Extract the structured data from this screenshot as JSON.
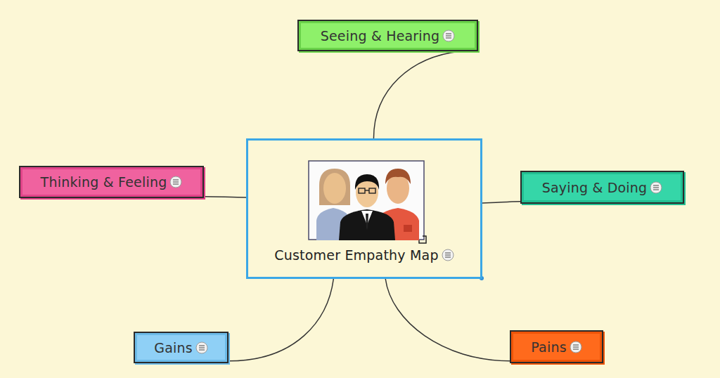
{
  "diagram": {
    "nodes": [
      {
        "text": [
          "Customer Empathy Map"
        ]
      },
      {
        "text": [
          "Seeing & Hearing"
        ]
      },
      {
        "text": [
          "Thinking & Feeling"
        ]
      },
      {
        "text": [
          "Saying & Doing"
        ]
      },
      {
        "text": [
          "Gains"
        ]
      },
      {
        "text": [
          "Pains"
        ]
      }
    ],
    "edges": [
      {
        "from": 0,
        "to": 1,
        "arrow": "none"
      },
      {
        "from": 0,
        "to": 2,
        "arrow": "none"
      },
      {
        "from": 0,
        "to": 3,
        "arrow": "none"
      },
      {
        "from": 0,
        "to": 4,
        "arrow": "none"
      },
      {
        "from": 0,
        "to": 5,
        "arrow": "none"
      }
    ]
  }
}
